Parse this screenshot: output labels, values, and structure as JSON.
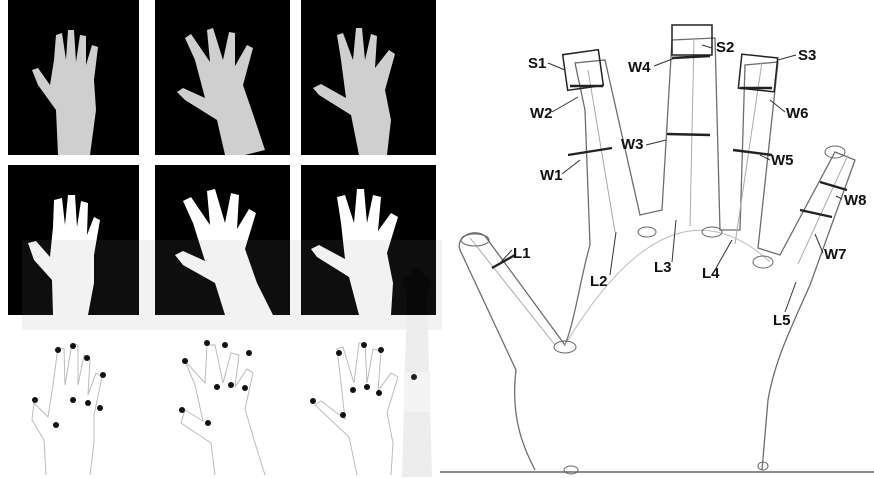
{
  "figure": {
    "panel_rows": [
      "grayscale-palm-images",
      "binary-hand-silhouettes",
      "hand-contour-keypoints"
    ],
    "labels": {
      "S1": "S1",
      "S2": "S2",
      "S3": "S3",
      "W1": "W1",
      "W2": "W2",
      "W3": "W3",
      "W4": "W4",
      "W5": "W5",
      "W6": "W6",
      "W7": "W7",
      "W8": "W8",
      "L1": "L1",
      "L2": "L2",
      "L3": "L3",
      "L4": "L4",
      "L5": "L5"
    },
    "colors": {
      "photo_bg": "#000000",
      "hand_gray": "#cfcfcf",
      "silhouette": "#ffffff",
      "keypoint": "#111111",
      "outline": "#6d6d6d",
      "axis_line": "#aaaaaa",
      "width_bar": "#222222"
    },
    "icons": [
      "watermark-tower"
    ]
  }
}
